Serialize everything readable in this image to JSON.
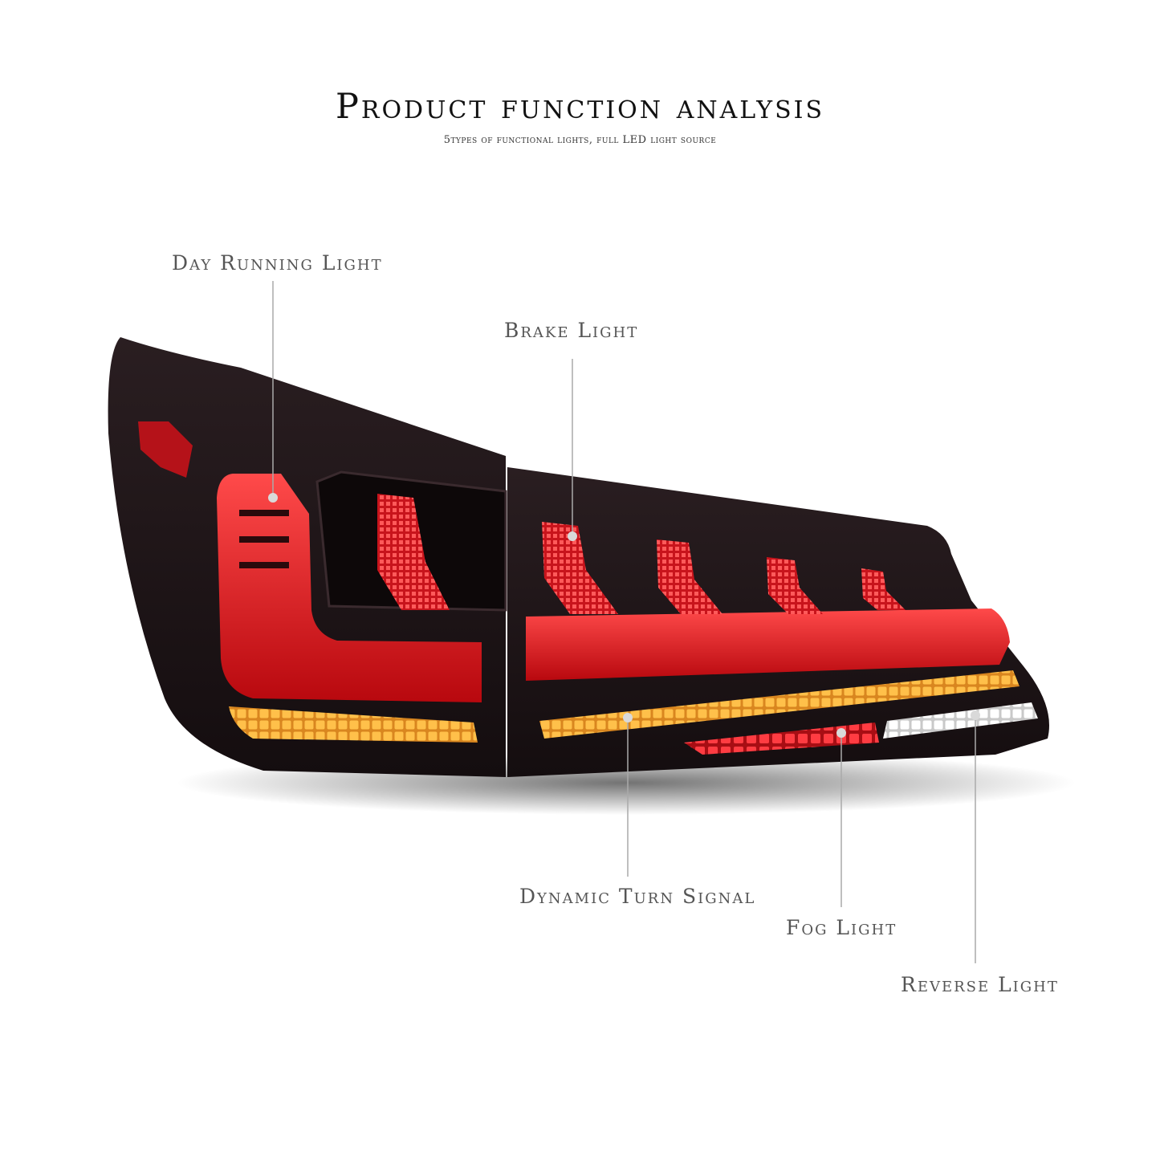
{
  "header": {
    "title": "Product function analysis",
    "subtitle": "5types of functional lights, full LED light source"
  },
  "callouts": [
    {
      "id": "day-running-light",
      "label": "Day Running Light"
    },
    {
      "id": "brake-light",
      "label": "Brake Light"
    },
    {
      "id": "dynamic-turn-signal",
      "label": "Dynamic Turn Signal"
    },
    {
      "id": "fog-light",
      "label": "Fog Light"
    },
    {
      "id": "reverse-light",
      "label": "Reverse Light"
    }
  ],
  "colors": {
    "housing": "#1c1416",
    "red_lens": "#d4161c",
    "amber_led": "#f2a83a",
    "white_led": "#f4f4f4",
    "callout_line": "#aaaaaa",
    "callout_dot": "#d9d9d9"
  }
}
